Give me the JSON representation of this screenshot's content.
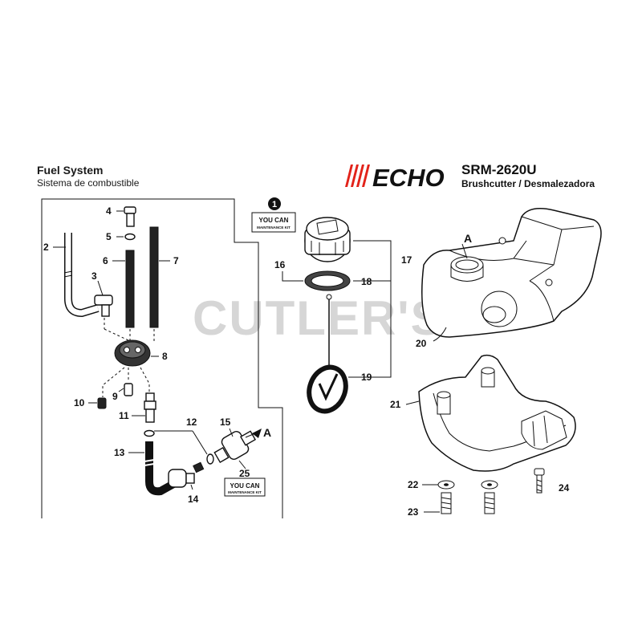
{
  "header": {
    "title": "Fuel System",
    "subtitle": "Sistema de combustible",
    "brand": "ECHO",
    "model": "SRM-2620U",
    "product": "Brushcutter / Desmalezadora"
  },
  "watermark": "CUTLER'S",
  "kit": {
    "line1": "YOU CAN",
    "line2": "MAINTENANCE KIT",
    "badge": "1"
  },
  "refs": {
    "a_top": "A",
    "a_bottom": "A"
  },
  "parts": {
    "p2": "2",
    "p3": "3",
    "p4": "4",
    "p5": "5",
    "p6": "6",
    "p7": "7",
    "p8": "8",
    "p9": "9",
    "p10": "10",
    "p11": "11",
    "p12": "12",
    "p13": "13",
    "p14": "14",
    "p15": "15",
    "p16": "16",
    "p17": "17",
    "p18": "18",
    "p19": "19",
    "p20": "20",
    "p21": "21",
    "p22": "22",
    "p23": "23",
    "p24": "24",
    "p25": "25"
  }
}
